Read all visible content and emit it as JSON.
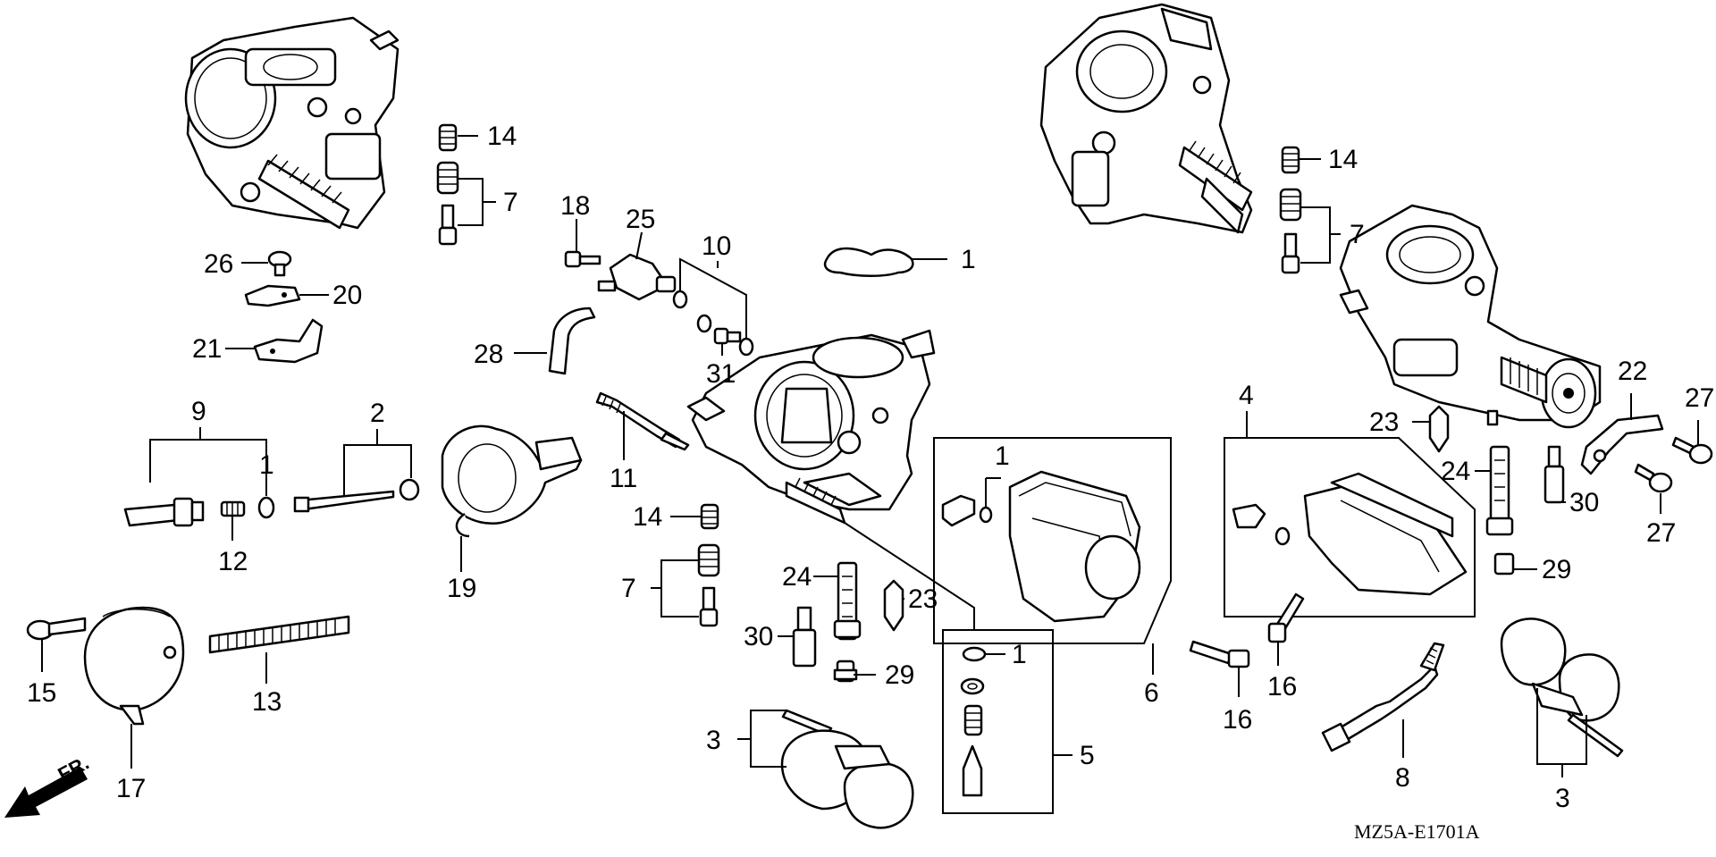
{
  "diagram": {
    "code": "MZ5A-E1701A",
    "direction_label": "FR.",
    "callouts": {
      "c1a": "1",
      "c1b": "1",
      "c1c": "1",
      "c1d": "1",
      "c2": "2",
      "c3a": "3",
      "c3b": "3",
      "c4": "4",
      "c5": "5",
      "c6": "6",
      "c7a": "7",
      "c7b": "7",
      "c7c": "7",
      "c8": "8",
      "c9": "9",
      "c10": "10",
      "c11": "11",
      "c12": "12",
      "c13": "13",
      "c14a": "14",
      "c14b": "14",
      "c14c": "14",
      "c15": "15",
      "c16a": "16",
      "c16b": "16",
      "c17": "17",
      "c18": "18",
      "c19": "19",
      "c20": "20",
      "c21": "21",
      "c22": "22",
      "c23a": "23",
      "c23b": "23",
      "c24a": "24",
      "c24b": "24",
      "c25": "25",
      "c26": "26",
      "c27a": "27",
      "c27b": "27",
      "c28": "28",
      "c29a": "29",
      "c29b": "29",
      "c30a": "30",
      "c30b": "30",
      "c31": "31"
    }
  }
}
